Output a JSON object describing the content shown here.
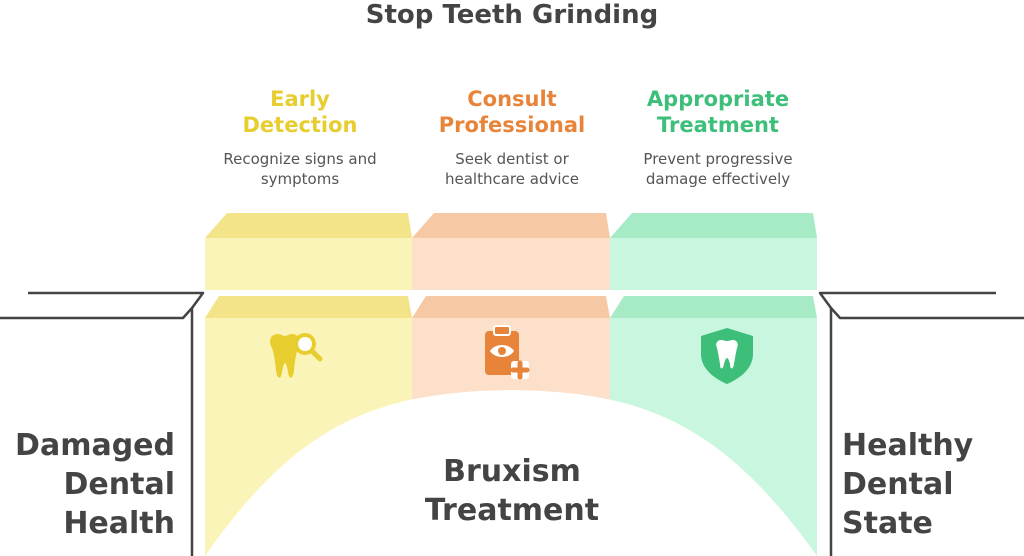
{
  "title": "Stop Teeth Grinding",
  "steps": [
    {
      "title_lines": [
        "Early",
        "Detection"
      ],
      "description_lines": [
        "Recognize signs and",
        "symptoms"
      ],
      "color": "#E8CD2F",
      "face_color": "#FBF4B8",
      "edge_color": "#F3E48A",
      "icon": "tooth-search-icon"
    },
    {
      "title_lines": [
        "Consult",
        "Professional"
      ],
      "description_lines": [
        "Seek dentist or",
        "healthcare advice"
      ],
      "color": "#E8843A",
      "face_color": "#FDE0C9",
      "edge_color": "#F7C8A4",
      "icon": "clipboard-medical-icon"
    },
    {
      "title_lines": [
        "Appropriate",
        "Treatment"
      ],
      "description_lines": [
        "Prevent progressive",
        "damage effectively"
      ],
      "color": "#3DBF7A",
      "face_color": "#C9F6DE",
      "edge_color": "#A6EBC6",
      "icon": "tooth-shield-icon"
    }
  ],
  "left_state": [
    "Damaged",
    "Dental",
    "Health"
  ],
  "right_state": [
    "Healthy",
    "Dental",
    "State"
  ],
  "center_label": [
    "Bruxism",
    "Treatment"
  ]
}
